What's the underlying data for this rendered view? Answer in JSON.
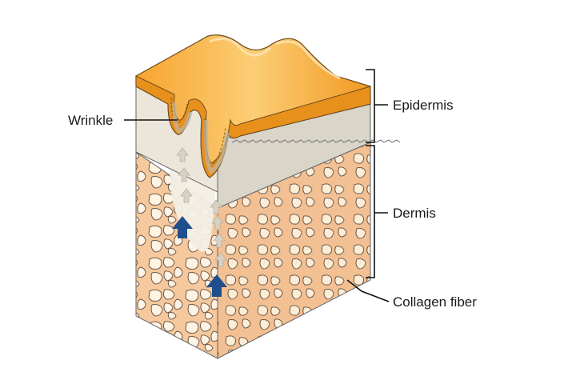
{
  "labels": {
    "wrinkle": "Wrinkle",
    "epidermis": "Epidermis",
    "dermis": "Dermis",
    "collagen": "Collagen fiber"
  },
  "colors": {
    "surface_top": "#f6a938",
    "surface_highlight": "#fcd07a",
    "epidermis_layer": "#dad5c9",
    "dermis_fill": "#f9d8b6",
    "dermis_side": "#f4c9a1",
    "collagen_cell": "#fff2e0",
    "arrow_strong": "#1f4e8c",
    "arrow_faint": "#d8d2c6",
    "outline": "#555555"
  },
  "icons": [
    "arrow-up-icon"
  ]
}
